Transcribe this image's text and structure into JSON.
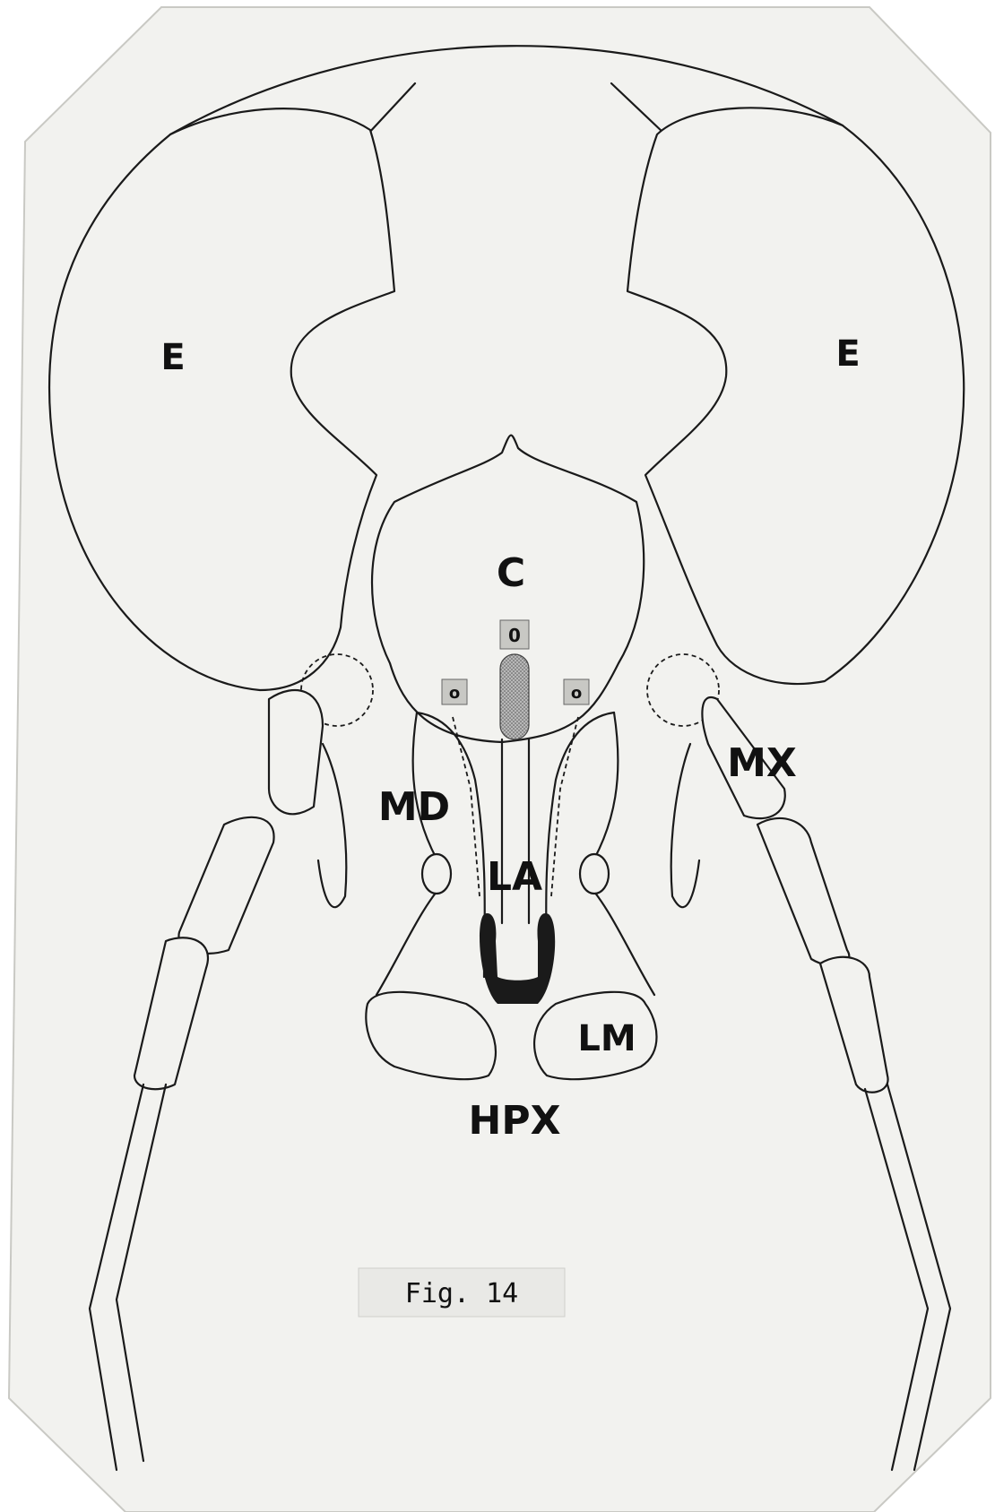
{
  "figure": {
    "labels": {
      "e_left": "E",
      "e_right": "E",
      "c": "C",
      "md": "MD",
      "mx": "MX",
      "la": "LA",
      "lm": "LM",
      "hpx": "HPX"
    },
    "ocelli": {
      "median": "0",
      "left": "o",
      "right": "o"
    },
    "caption": "Fig. 14"
  },
  "colors": {
    "paper": "#f2f2ef",
    "card_edge": "#dcdcd8",
    "ink": "#1a1a1a",
    "stipple": "#8a8a8a"
  }
}
